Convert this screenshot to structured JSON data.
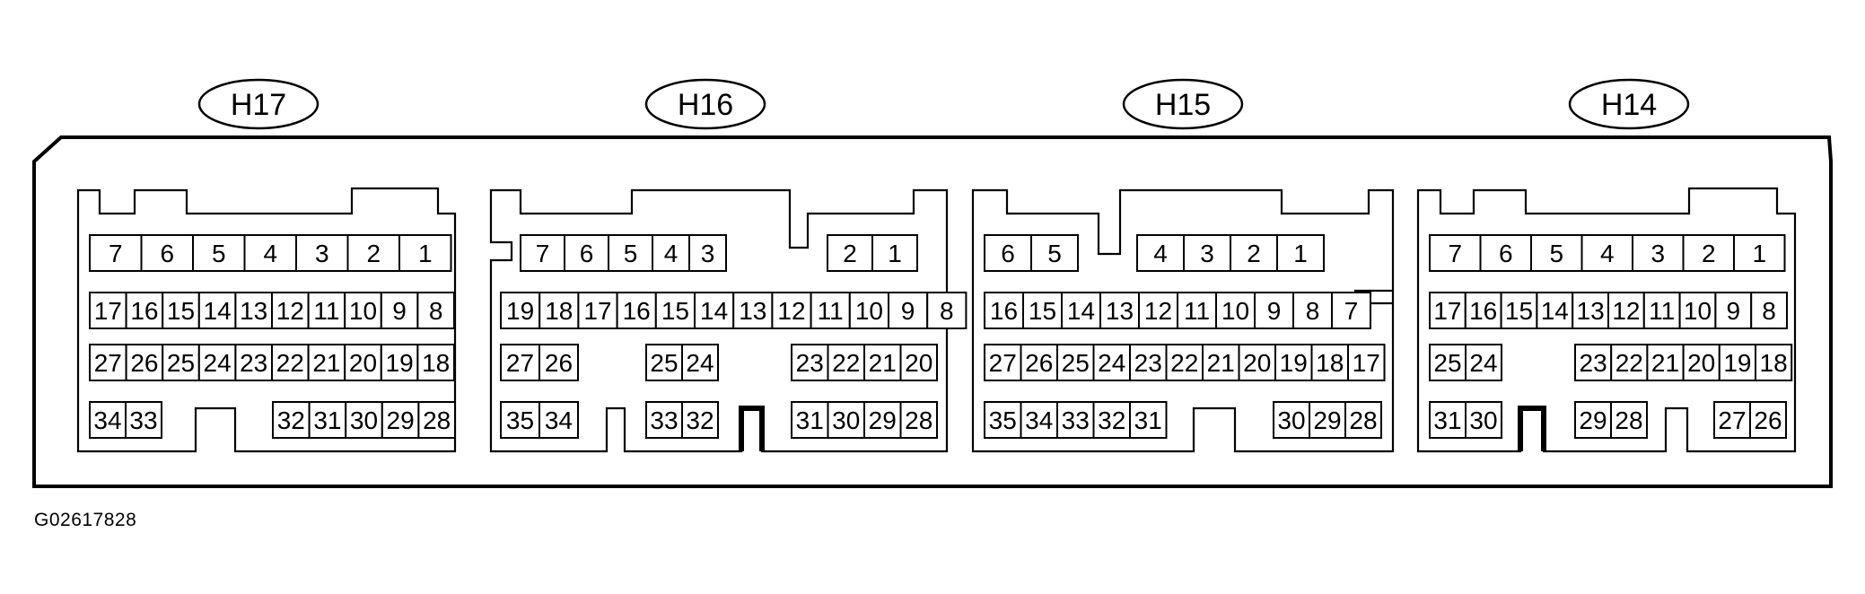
{
  "connectors": [
    {
      "label": "H17",
      "rows": [
        [
          "7",
          "6",
          "5",
          "4",
          "3",
          "2",
          "1"
        ],
        [
          "17",
          "16",
          "15",
          "14",
          "13",
          "12",
          "11",
          "10",
          "9",
          "8"
        ],
        [
          "27",
          "26",
          "25",
          "24",
          "23",
          "22",
          "21",
          "20",
          "19",
          "18"
        ],
        [
          "34",
          "33",
          "32",
          "31",
          "30",
          "29",
          "28"
        ]
      ]
    },
    {
      "label": "H16",
      "rows": [
        [
          "7",
          "6",
          "5",
          "4",
          "3",
          "2",
          "1"
        ],
        [
          "19",
          "18",
          "17",
          "16",
          "15",
          "14",
          "13",
          "12",
          "11",
          "10",
          "9",
          "8"
        ],
        [
          "27",
          "26",
          "25",
          "24",
          "23",
          "22",
          "21",
          "20"
        ],
        [
          "35",
          "34",
          "33",
          "32",
          "31",
          "30",
          "29",
          "28"
        ]
      ]
    },
    {
      "label": "H15",
      "rows": [
        [
          "6",
          "5",
          "4",
          "3",
          "2",
          "1"
        ],
        [
          "16",
          "15",
          "14",
          "13",
          "12",
          "11",
          "10",
          "9",
          "8",
          "7"
        ],
        [
          "27",
          "26",
          "25",
          "24",
          "23",
          "22",
          "21",
          "20",
          "19",
          "18",
          "17"
        ],
        [
          "35",
          "34",
          "33",
          "32",
          "31",
          "30",
          "29",
          "28"
        ]
      ]
    },
    {
      "label": "H14",
      "rows": [
        [
          "7",
          "6",
          "5",
          "4",
          "3",
          "2",
          "1"
        ],
        [
          "17",
          "16",
          "15",
          "14",
          "13",
          "12",
          "11",
          "10",
          "9",
          "8"
        ],
        [
          "25",
          "24",
          "23",
          "22",
          "21",
          "20",
          "19",
          "18"
        ],
        [
          "31",
          "30",
          "29",
          "28",
          "27",
          "26"
        ]
      ]
    }
  ],
  "figure_id": "G02617828"
}
